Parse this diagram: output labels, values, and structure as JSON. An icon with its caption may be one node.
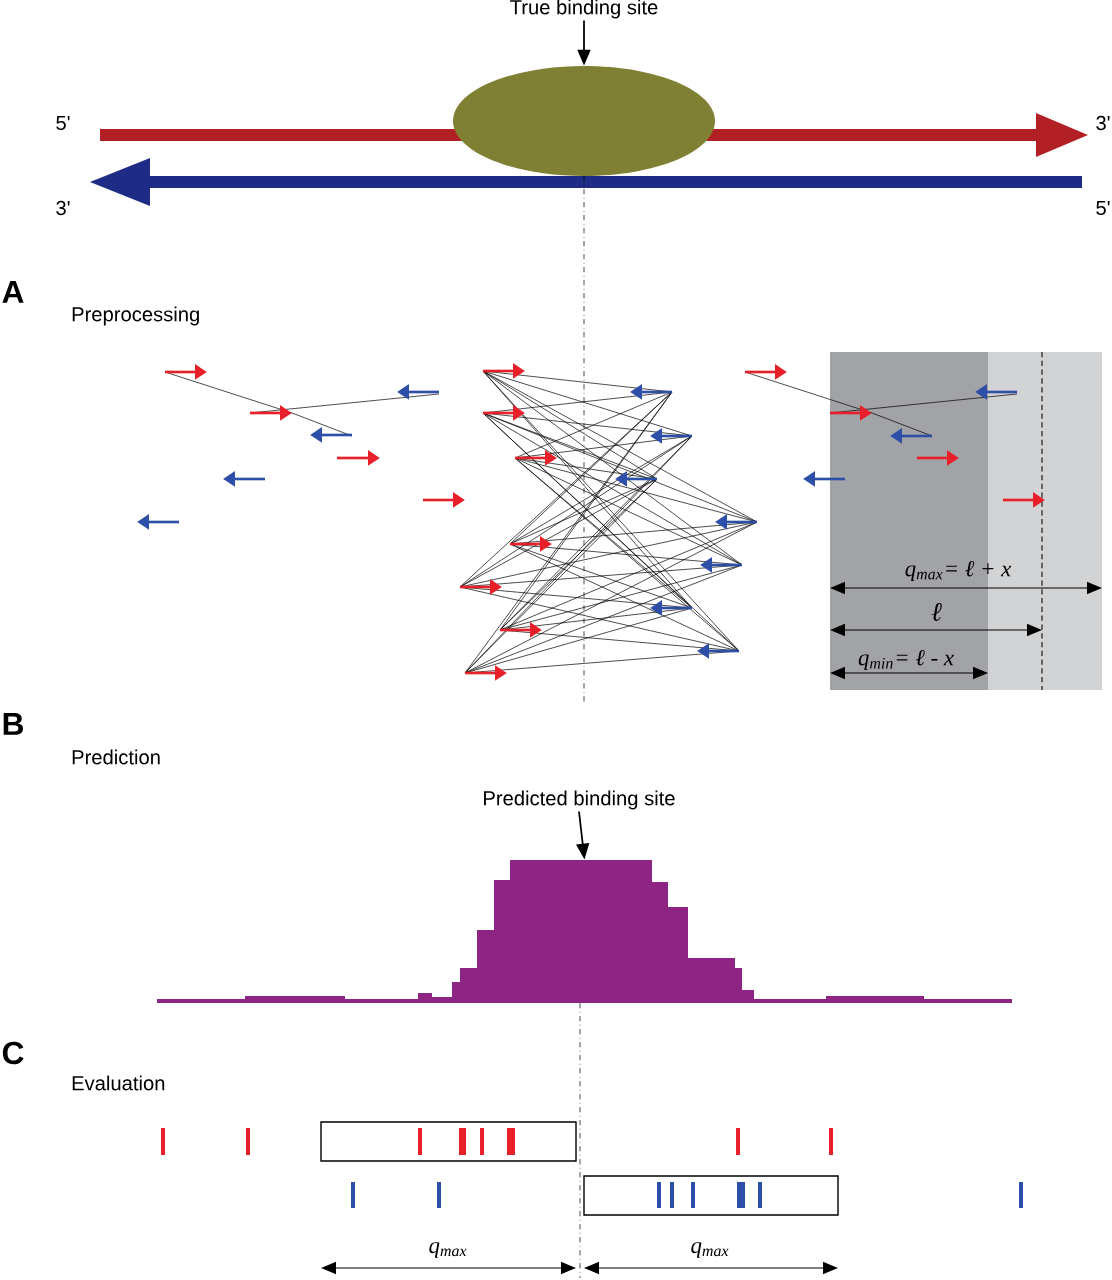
{
  "diagram": {
    "nodes": [
      {
        "text": [
          "True binding site"
        ]
      },
      {
        "text": [],
        "shape": "ellipse"
      },
      {
        "text": [
          "Predicted binding site"
        ]
      },
      {
        "text": [],
        "shape": "picture"
      }
    ],
    "edges": [
      {
        "from": 0,
        "to": 1,
        "arrow": "to"
      },
      {
        "from": 2,
        "to": 3,
        "arrow": "to"
      }
    ],
    "labels": [
      "5'",
      "3'",
      "3'",
      "5'",
      "A",
      "Preprocessing",
      "q$_{max}$= ℓ + x",
      "ℓ",
      "q$_{min}$= ℓ - x",
      "B",
      "Prediction",
      "C",
      "Evaluation",
      "q$_{max}$",
      "q$_{max}$"
    ]
  }
}
